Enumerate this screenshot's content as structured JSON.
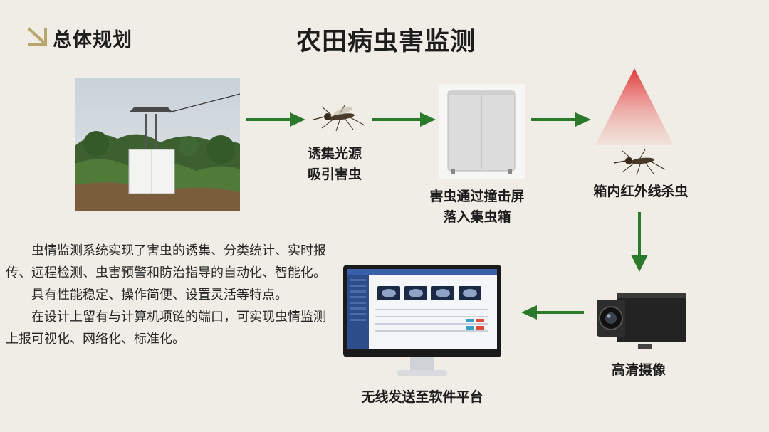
{
  "header": {
    "section_label": "总体规划",
    "title": "农田病虫害监测"
  },
  "flow": {
    "light_source_caption_line1": "诱集光源",
    "light_source_caption_line2": "吸引害虫",
    "box_caption_line1": "害虫通过撞击屏",
    "box_caption_line2": "落入集虫箱",
    "infrared_caption": "箱内红外线杀虫",
    "camera_caption": "高清摄像",
    "platform_caption": "无线发送至软件平台"
  },
  "description": {
    "paragraphs": [
      "虫情监测系统实现了害虫的诱集、分类统计、实时报传、远程检测、虫害预警和防治指导的自动化、智能化。",
      "具有性能稳定、操作简便、设置灵活等特点。",
      "在设计上留有与计算机项链的端口，可实现虫情监测上报可视化、网络化、标准化。"
    ]
  },
  "colors": {
    "arrow": "#2b7a2b",
    "accent_icon": "#b8a76a",
    "infrared": "#e0373a"
  },
  "icons": [
    "arrow-down-right-icon",
    "mosquito-icon",
    "arrow-right-icon",
    "arrow-down-icon",
    "arrow-left-icon"
  ]
}
